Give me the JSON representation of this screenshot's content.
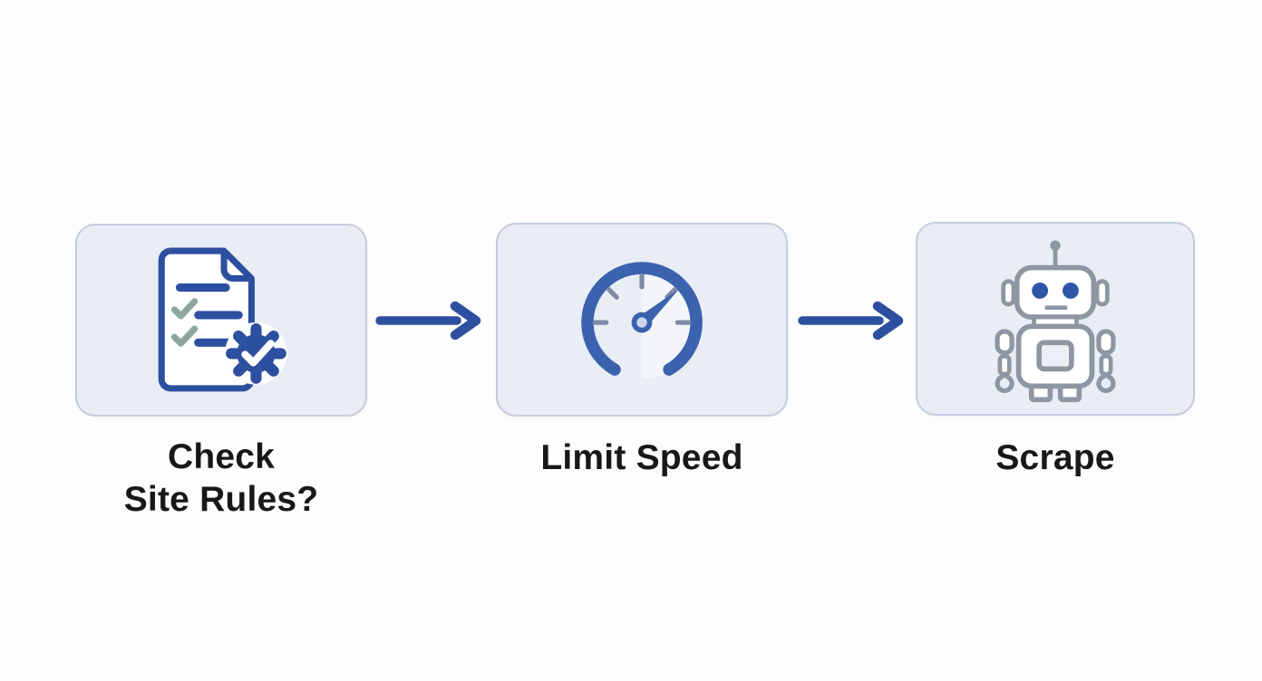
{
  "page": {
    "background_color": "#fdfdfd"
  },
  "flowchart": {
    "nodes": [
      {
        "id": "check-site-rules",
        "label": "Check\nSite Rules?",
        "icon": "document-checklist-badge-icon"
      },
      {
        "id": "limit-speed",
        "label": "Limit Speed",
        "icon": "speedometer-icon"
      },
      {
        "id": "scrape",
        "label": "Scrape",
        "icon": "robot-icon"
      }
    ],
    "connectors": [
      {
        "from": "check-site-rules",
        "to": "limit-speed",
        "type": "arrow-right"
      },
      {
        "from": "limit-speed",
        "to": "scrape",
        "type": "arrow-right"
      }
    ],
    "colors": {
      "primary_blue": "#2d4f9f",
      "gauge_blue": "#3a62ae",
      "eye_blue": "#2d55a8",
      "robot_gray": "#8d96a2",
      "check_green": "#8ca79e",
      "node_bg": "#e9edf6",
      "node_border": "#c4cddf",
      "label_text": "#17181a",
      "page_bg": "#fdfdfd"
    }
  }
}
